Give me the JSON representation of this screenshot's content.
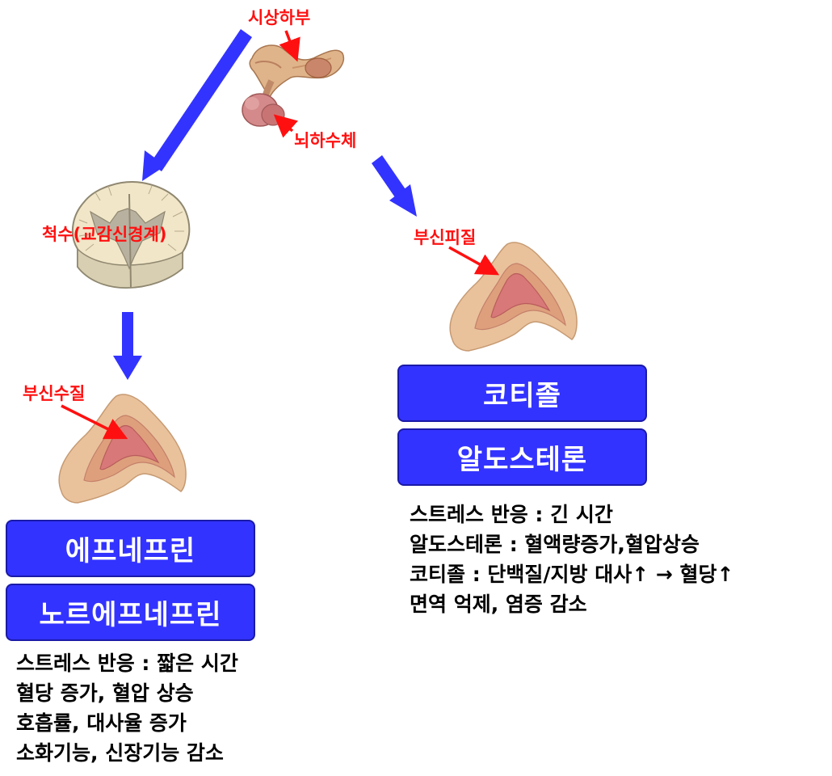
{
  "labels": {
    "hypothalamus": "시상하부",
    "pituitary": "뇌하수체",
    "spinal_cord": "척수(교감신경계)",
    "adrenal_cortex": "부신피질",
    "adrenal_medulla": "부신수질"
  },
  "left_boxes": [
    "에프네프린",
    "노르에프네프린"
  ],
  "right_boxes": [
    "코티졸",
    "알도스테론"
  ],
  "left_text": [
    "스트레스 반응 : 짧은 시간",
    "혈당 증가, 혈압 상승",
    "호흡률, 대사율 증가",
    "소화기능, 신장기능 감소"
  ],
  "right_text": [
    "스트레스 반응 : 긴 시간",
    "알도스테론 : 혈액량증가,혈압상승",
    "코티졸 : 단백질/지방 대사↑  → 혈당↑",
    "면역 억제, 염증 감소"
  ],
  "colors": {
    "box_fill": "#3333ff",
    "flow_arrow": "#3333ff",
    "label_red": "#ff1010",
    "tissue": "#e8b896",
    "tissue_inner": "#d98080"
  }
}
